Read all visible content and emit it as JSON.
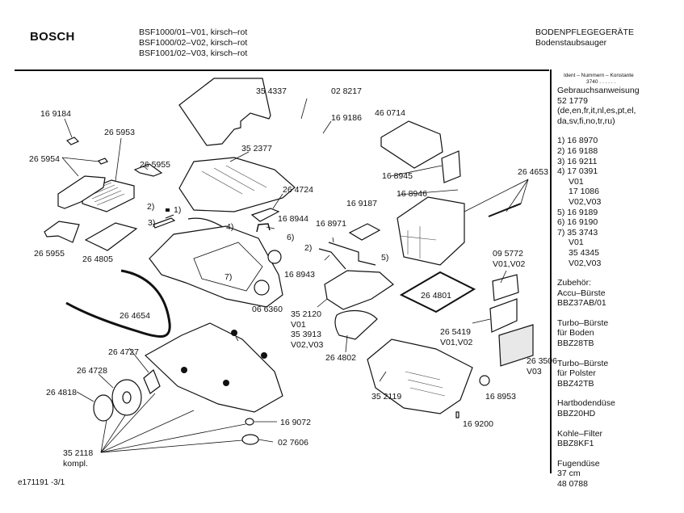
{
  "header": {
    "brand": "BOSCH",
    "models": [
      "BSF1000/01–V01, kirsch–rot",
      "BSF1000/02–V02, kirsch–rot",
      "BSF1001/02–V03, kirsch–rot"
    ],
    "category": "BODENPFLEGEGERÄTE",
    "subcategory": "Bodenstaubsauger"
  },
  "sidebar": {
    "ident_header": "Ident – Nummern – Konstante",
    "ident_value": "3740  . .   . . . .",
    "manual": [
      "Gebrauchsanweisung",
      "52 1779",
      "(de,en,fr,it,nl,es,pt,el,",
      "da,sv,fi,no,tr,ru)"
    ],
    "numbered": [
      "1) 16 8970",
      "2) 16 9188",
      "3) 16 9211",
      "4) 17 0391",
      "V01",
      "17 1086",
      "V02,V03",
      "5) 16 9189",
      "6) 16 9190",
      "7) 35 3743",
      "V01",
      "35 4345",
      "V02,V03"
    ],
    "accessories": [
      [
        "Zubehör:",
        "Accu–Bürste",
        "BBZ37AB/01"
      ],
      [
        "Turbo–Bürste",
        "für Boden",
        "BBZ28TB"
      ],
      [
        "Turbo–Bürste",
        "für Polster",
        "BBZ42TB"
      ],
      [
        "Hartbodendüse",
        "BBZ20HD"
      ],
      [
        "Kohle–Filter",
        "BBZ8KF1"
      ],
      [
        "Fugendüse",
        "37 cm",
        "48 0788"
      ]
    ]
  },
  "parts": [
    {
      "id": "169184",
      "text": "16 9184"
    },
    {
      "id": "265953",
      "text": "26 5953"
    },
    {
      "id": "265954",
      "text": "26 5954"
    },
    {
      "id": "265955a",
      "text": "26 5955"
    },
    {
      "id": "265955b",
      "text": "26 5955"
    },
    {
      "id": "264805",
      "text": "26 4805"
    },
    {
      "id": "264654",
      "text": "26 4654"
    },
    {
      "id": "354337",
      "text": "35 4337"
    },
    {
      "id": "352377",
      "text": "35 2377"
    },
    {
      "id": "028217",
      "text": "02 8217"
    },
    {
      "id": "169186",
      "text": "16 9186"
    },
    {
      "id": "460714",
      "text": "46 0714"
    },
    {
      "id": "168945",
      "text": "16 8945"
    },
    {
      "id": "168946",
      "text": "16 8946"
    },
    {
      "id": "264653",
      "text": "26 4653"
    },
    {
      "id": "264724",
      "text": "26 4724"
    },
    {
      "id": "168944",
      "text": "16 8944"
    },
    {
      "id": "169187",
      "text": "16 9187"
    },
    {
      "id": "168971",
      "text": "16 8971"
    },
    {
      "id": "168943",
      "text": "16 8943"
    },
    {
      "id": "352120",
      "text": "35 2120\nV01\n35 3913\nV02,V03"
    },
    {
      "id": "264801",
      "text": "26 4801"
    },
    {
      "id": "095772",
      "text": "09 5772\nV01,V02"
    },
    {
      "id": "265419",
      "text": "26 5419\nV01,V02"
    },
    {
      "id": "263506",
      "text": "26 3506\nV03"
    },
    {
      "id": "264802",
      "text": "26 4802"
    },
    {
      "id": "066360",
      "text": "06 6360"
    },
    {
      "id": "264727",
      "text": "26 4727"
    },
    {
      "id": "264728",
      "text": "26 4728"
    },
    {
      "id": "264818",
      "text": "26 4818"
    },
    {
      "id": "352119",
      "text": "35 2119"
    },
    {
      "id": "168953",
      "text": "16 8953"
    },
    {
      "id": "169200",
      "text": "16 9200"
    },
    {
      "id": "169072",
      "text": "16 9072"
    },
    {
      "id": "027606",
      "text": "02 7606"
    },
    {
      "id": "352118",
      "text": "35 2118\nkompl."
    }
  ],
  "callouts": [
    "1)",
    "2)",
    "3)",
    "4)",
    "5)",
    "6)",
    "7)",
    "2)"
  ],
  "footer": {
    "doc_id": "e171191 -3/1"
  }
}
